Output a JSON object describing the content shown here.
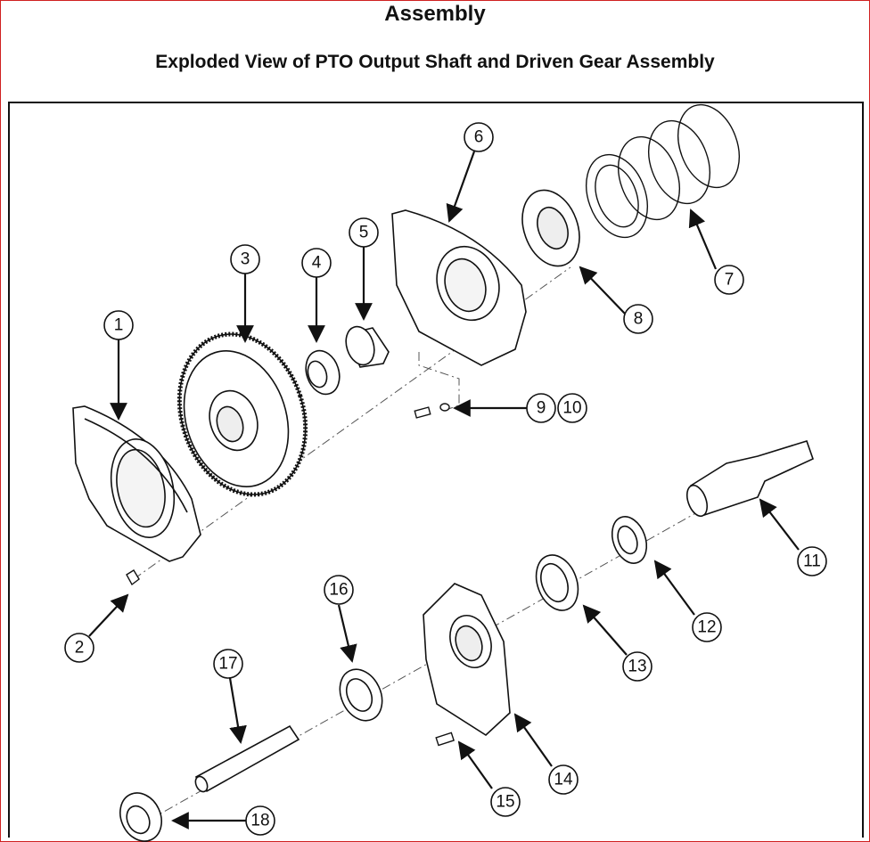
{
  "title": "Assembly",
  "subtitle": "Exploded View of PTO Output Shaft and Driven Gear Assembly",
  "callouts": {
    "c1": "1",
    "c2": "2",
    "c3": "3",
    "c4": "4",
    "c5": "5",
    "c6": "6",
    "c7": "7",
    "c8": "8",
    "c9": "9",
    "c10": "10",
    "c11": "11",
    "c12": "12",
    "c13": "13",
    "c14": "14",
    "c15": "15",
    "c16": "16",
    "c17": "17",
    "c18": "18"
  }
}
